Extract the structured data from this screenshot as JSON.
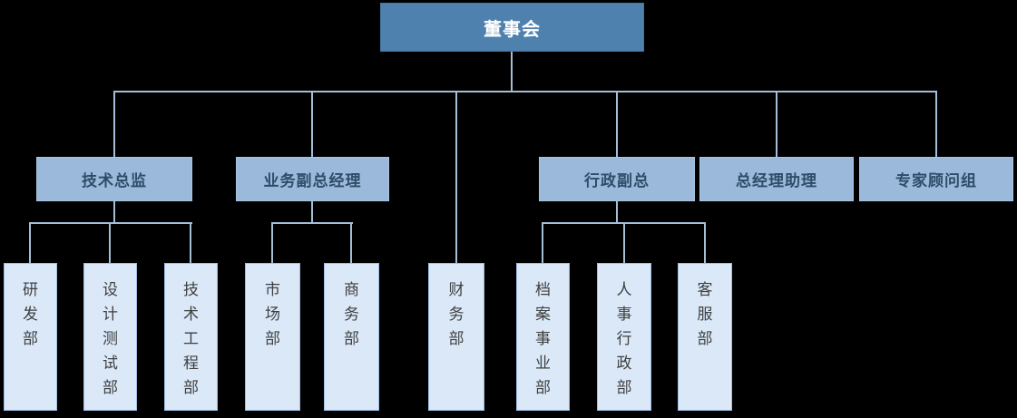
{
  "org_chart": {
    "type": "org-tree",
    "root": {
      "label": "董事会"
    },
    "level2": [
      {
        "label": "技术总监",
        "parent": "董事会"
      },
      {
        "label": "业务副总经理",
        "parent": "董事会"
      },
      {
        "label": "行政副总",
        "parent": "董事会"
      },
      {
        "label": "总经理助理",
        "parent": "董事会"
      },
      {
        "label": "专家顾问组",
        "parent": "董事会"
      }
    ],
    "level3": [
      {
        "label": "研发部",
        "parent": "技术总监"
      },
      {
        "label": "设计测试部",
        "parent": "技术总监"
      },
      {
        "label": "技术工程部",
        "parent": "技术总监"
      },
      {
        "label": "市场部",
        "parent": "业务副总经理"
      },
      {
        "label": "商务部",
        "parent": "业务副总经理"
      },
      {
        "label": "财务部",
        "parent": "董事会"
      },
      {
        "label": "档案事业部",
        "parent": "行政副总"
      },
      {
        "label": "人事行政部",
        "parent": "行政副总"
      },
      {
        "label": "客服部",
        "parent": "行政副总"
      }
    ],
    "colors": {
      "background": "#000000",
      "level1_fill": "#4e81ae",
      "level1_text": "#ffffff",
      "level2_fill": "#9ab9db",
      "level2_text": "#2e4d68",
      "level3_fill": "#dae8f8",
      "level3_border": "#9fc0e2",
      "level3_text": "#3f3f3f",
      "connector": "#a3bed6"
    }
  }
}
